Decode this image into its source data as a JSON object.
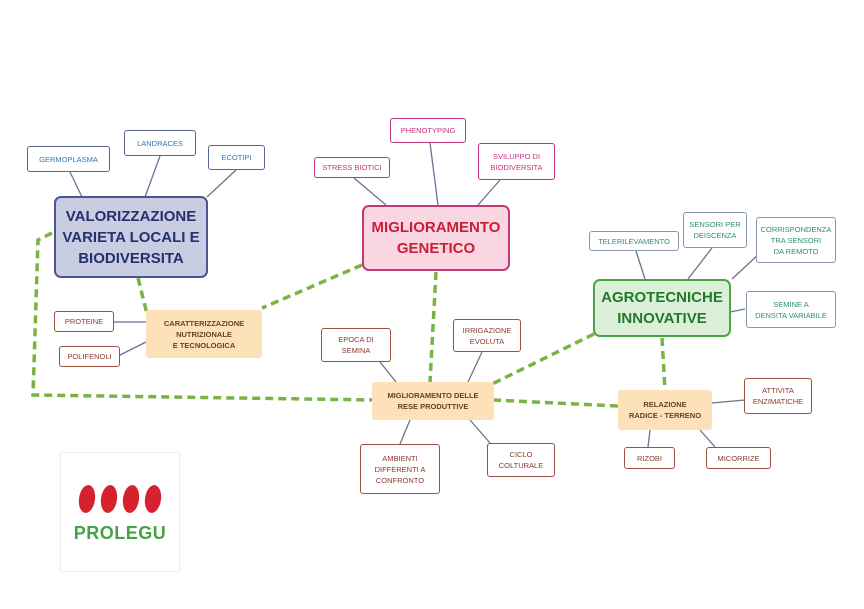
{
  "nodes": {
    "valorizzazione": [
      "VALORIZZAZIONE",
      "VARIETA LOCALI E",
      "BIODIVERSITA"
    ],
    "miglioramento_genetico": [
      "MIGLIORAMENTO",
      "GENETICO"
    ],
    "agrotecniche": [
      "AGROTECNICHE",
      "INNOVATIVE"
    ],
    "caratterizzazione": [
      "CARATTERIZZAZIONE",
      "NUTRIZIONALE",
      "E TECNOLOGICA"
    ],
    "miglioramento_rese": [
      "MIGLIORAMENTO DELLE",
      "RESE PRODUTTIVE"
    ],
    "relazione": [
      "RELAZIONE",
      "RADICE - TERRENO"
    ],
    "germoplasma": [
      "GERMOPLASMA"
    ],
    "landraces": [
      "LANDRACES"
    ],
    "ecotipi": [
      "ECOTIPI"
    ],
    "phenotyping": [
      "PHENOTYPING"
    ],
    "stress_biotici": [
      "STRESS BIOTICI"
    ],
    "sviluppo": [
      "SVILUPPO DI",
      "BIODIVERSITA"
    ],
    "telerilevamento": [
      "TELERILEVAMENTO"
    ],
    "sensori_deiscenza": [
      "SENSORI PER",
      "DEISCENZA"
    ],
    "corrispondenza": [
      "CORRISPONDENZA",
      "TRA SENSORI",
      "DA REMOTO"
    ],
    "semine": [
      "SEMINE A",
      "DENSITA VARIABILE"
    ],
    "proteine": [
      "PROTEINE"
    ],
    "polifenoli": [
      "POLIFENOLI"
    ],
    "epoca": [
      "EPOCA DI",
      "SEMINA"
    ],
    "irrigazione": [
      "IRRIGAZIONE",
      "EVOLUTA"
    ],
    "ambienti": [
      "AMBIENTI",
      "DIFFERENTI A",
      "CONFRONTO"
    ],
    "ciclo": [
      "CICLO",
      "COLTURALE"
    ],
    "attivita": [
      "ATTIVITA",
      "ENZIMATICHE"
    ],
    "rizobi": [
      "RIZOBI"
    ],
    "micorrize": [
      "MICORRIZE"
    ]
  },
  "logo": {
    "text": "PROLEGU",
    "color": "#47a146",
    "bean_color": "#d6212f",
    "icon": "four-beans-logo-icon"
  },
  "colors": {
    "dashed_link": "#79b442",
    "solid_link": "#6b7290",
    "main_blue_fill": "#c8cde2",
    "main_pink_fill": "#fad6e3",
    "main_green_fill": "#dcefd8",
    "orange_fill": "#fde2b9"
  }
}
